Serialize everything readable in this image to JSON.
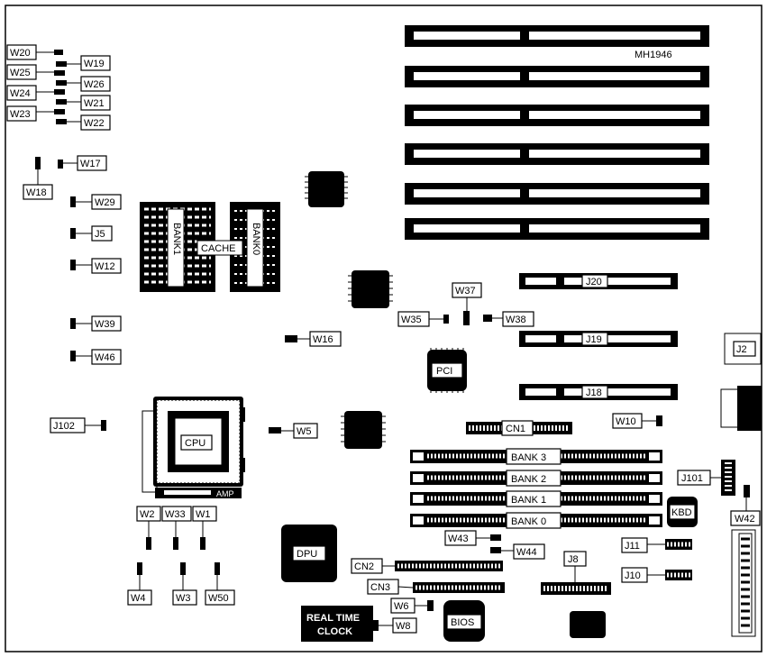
{
  "model": "MH1946",
  "labels": {
    "W20": "W20",
    "W19": "W19",
    "W25": "W25",
    "W26": "W26",
    "W24": "W24",
    "W21": "W21",
    "W23": "W23",
    "W22": "W22",
    "W17": "W17",
    "W18": "W18",
    "W29": "W29",
    "J5": "J5",
    "W12": "W12",
    "W39": "W39",
    "W46": "W46",
    "J102": "J102",
    "W16": "W16",
    "W5": "W5",
    "W2": "W2",
    "W33": "W33",
    "W1": "W1",
    "W4": "W4",
    "W3": "W3",
    "W50": "W50",
    "W35": "W35",
    "W37": "W37",
    "W38": "W38",
    "W10": "W10",
    "J101": "J101",
    "W42": "W42",
    "W43": "W43",
    "W44": "W44",
    "W6": "W6",
    "W8": "W8",
    "J8": "J8",
    "J11": "J11",
    "J10": "J10",
    "J2": "J2"
  },
  "slots": {
    "J20": "J20",
    "J19": "J19",
    "J18": "J18"
  },
  "memory": {
    "bank3": "BANK 3",
    "bank2": "BANK 2",
    "bank1": "BANK 1",
    "bank0": "BANK 0"
  },
  "connectors": {
    "CN1": "CN1",
    "CN2": "CN2",
    "CN3": "CN3"
  },
  "chips": {
    "cpu": "CPU",
    "pci": "PCI",
    "dpu": "DPU",
    "bios": "BIOS",
    "kbd": "KBD",
    "amp": "AMP",
    "cache": "CACHE",
    "cache_bank1": "BANK1",
    "cache_bank0": "BANK0",
    "rtc_line1": "REAL TIME",
    "rtc_line2": "CLOCK"
  }
}
